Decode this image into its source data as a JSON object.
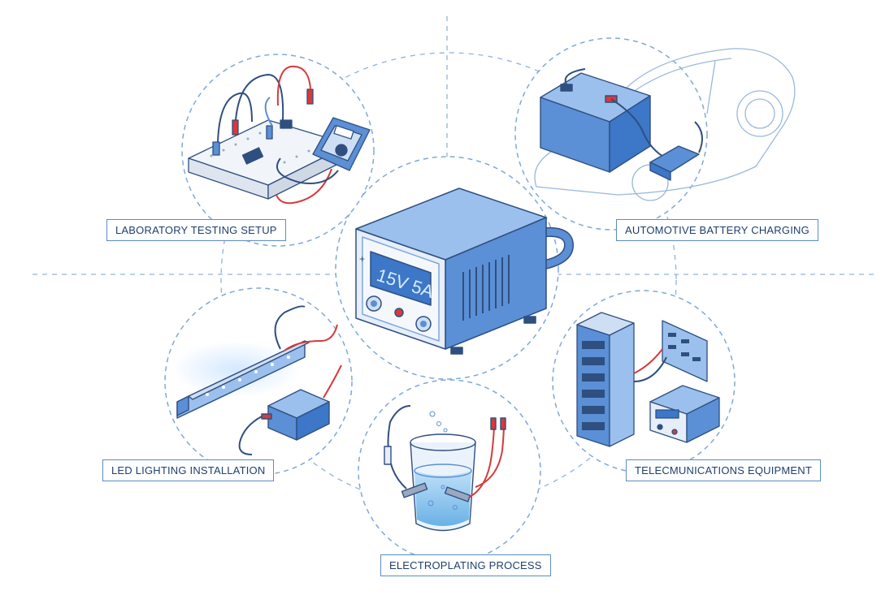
{
  "center_device": {
    "display_text": "15V 5A",
    "plus_mark": "+"
  },
  "labels": {
    "laboratory": "LABORATORY TESTING SETUP",
    "automotive": "AUTOMOTIVE BATTERY CHARGING",
    "led": "LED LIGHTING INSTALLATION",
    "telecom": "TELECMUNICATIONS EQUIPMENT",
    "electroplating": "ELECTROPLATING PROCESS"
  },
  "colors": {
    "line": "#3d5f92",
    "device_blue": "#5b8fd6",
    "device_light": "#bcd4f3",
    "dashed": "#7fa8d8",
    "wire_red": "#d63a3a",
    "label_border": "#5b8cc9"
  }
}
